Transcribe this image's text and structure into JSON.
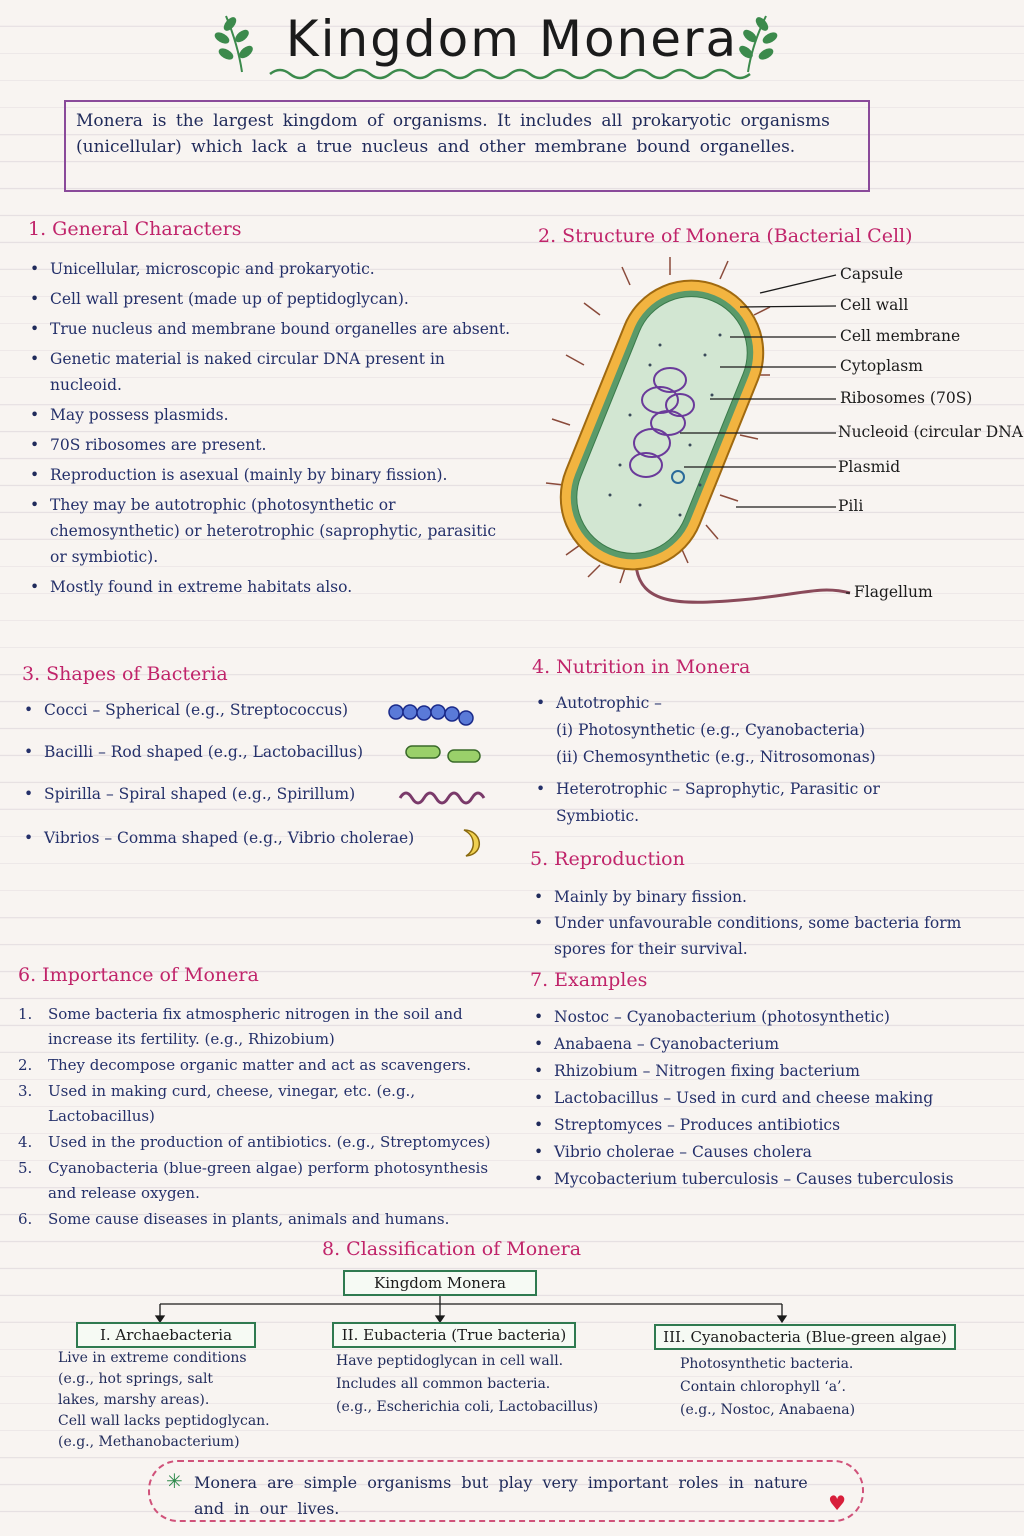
{
  "title": "Kingdom Monera",
  "intro": "Monera is the largest kingdom of organisms. It includes all prokaryotic organisms (unicellular) which lack a true nucleus and other membrane bound organelles.",
  "general": {
    "heading": "1. General Characters",
    "items": [
      "Unicellular, microscopic and prokaryotic.",
      "Cell wall present (made up of peptidoglycan).",
      "True nucleus and membrane bound organelles are absent.",
      "Genetic material is naked circular DNA present in nucleoid.",
      "May possess plasmids.",
      "70S ribosomes are present.",
      "Reproduction is asexual (mainly by binary fission).",
      "They may be autotrophic (photosynthetic or chemosynthetic) or heterotrophic (saprophytic, parasitic or symbiotic).",
      "Mostly found in extreme habitats also."
    ]
  },
  "structure": {
    "heading": "2. Structure of Monera (Bacterial Cell)",
    "labels": [
      "Capsule",
      "Cell wall",
      "Cell membrane",
      "Cytoplasm",
      "Ribosomes (70S)",
      "Nucleoid (circular DNA)",
      "Plasmid",
      "Pili",
      "Flagellum"
    ]
  },
  "shapes": {
    "heading": "3. Shapes of Bacteria",
    "items": [
      "Cocci – Spherical (e.g., Streptococcus)",
      "Bacilli – Rod shaped (e.g., Lactobacillus)",
      "Spirilla – Spiral shaped (e.g., Spirillum)",
      "Vibrios – Comma shaped (e.g., Vibrio cholerae)"
    ]
  },
  "nutrition": {
    "heading": "4. Nutrition in Monera",
    "auto": "Autotrophic –",
    "auto_i": "(i) Photosynthetic (e.g., Cyanobacteria)",
    "auto_ii": "(ii) Chemosynthetic (e.g., Nitrosomonas)",
    "hetero": "Heterotrophic – Saprophytic, Parasitic or Symbiotic."
  },
  "reproduction": {
    "heading": "5. Reproduction",
    "items": [
      "Mainly by binary fission.",
      "Under unfavourable conditions, some bacteria form spores for their survival."
    ]
  },
  "importance": {
    "heading": "6. Importance of Monera",
    "items": [
      "Some bacteria fix atmospheric nitrogen in the soil and increase its fertility. (e.g., Rhizobium)",
      "They decompose organic matter and act as scavengers.",
      "Used in making curd, cheese, vinegar, etc. (e.g., Lactobacillus)",
      "Used in the production of antibiotics. (e.g., Streptomyces)",
      "Cyanobacteria (blue-green algae) perform photosynthesis and release oxygen.",
      "Some cause diseases in plants, animals and humans."
    ]
  },
  "examples": {
    "heading": "7. Examples",
    "items": [
      "Nostoc – Cyanobacterium (photosynthetic)",
      "Anabaena – Cyanobacterium",
      "Rhizobium – Nitrogen fixing bacterium",
      "Lactobacillus – Used in curd and cheese making",
      "Streptomyces – Produces antibiotics",
      "Vibrio cholerae – Causes cholera",
      "Mycobacterium tuberculosis – Causes tuberculosis"
    ]
  },
  "classification": {
    "heading": "8. Classification of Monera",
    "root": "Kingdom Monera",
    "archae": {
      "title": "I. Archaebacteria",
      "lines": [
        "Live in extreme conditions",
        "(e.g., hot springs, salt",
        "lakes, marshy areas).",
        "Cell wall lacks peptidoglycan.",
        "(e.g., Methanobacterium)"
      ]
    },
    "eu": {
      "title": "II. Eubacteria (True bacteria)",
      "lines": [
        "Have peptidoglycan in cell wall.",
        "Includes all common bacteria.",
        "(e.g., Escherichia coli, Lactobacillus)"
      ]
    },
    "cyano": {
      "title": "III. Cyanobacteria (Blue-green algae)",
      "lines": [
        "Photosynthetic bacteria.",
        "Contain chlorophyll ‘a’.",
        "(e.g., Nostoc, Anabaena)"
      ]
    }
  },
  "footer": "Monera are simple organisms but play very important roles in nature and in our lives."
}
